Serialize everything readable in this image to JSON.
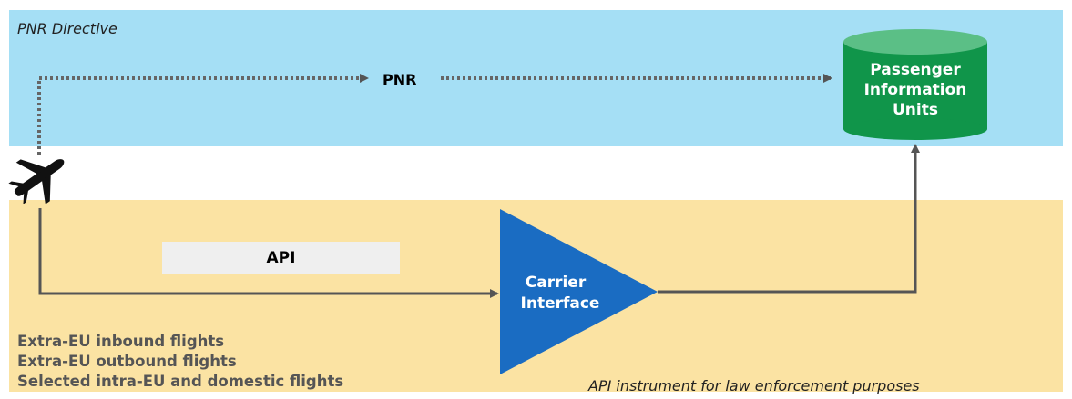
{
  "labels": {
    "pnr_directive": "PNR Directive",
    "pnr": "PNR",
    "passenger_info_units": [
      "Passenger",
      "Information",
      "Units"
    ],
    "api": "API",
    "carrier_interface": [
      "Carrier",
      "Interface"
    ],
    "api_instrument": "API instrument for law enforcement purposes"
  },
  "flights": [
    "Extra-EU inbound flights",
    "Extra-EU outbound flights",
    "Selected intra-EU and domestic flights"
  ],
  "colors": {
    "pnr_band": "#a5dff5",
    "api_band": "#fbe3a3",
    "database": "#10954a",
    "carrier_triangle": "#1a6cc2",
    "arrow": "#555555"
  },
  "icons": [
    "airplane-icon",
    "database-icon"
  ]
}
